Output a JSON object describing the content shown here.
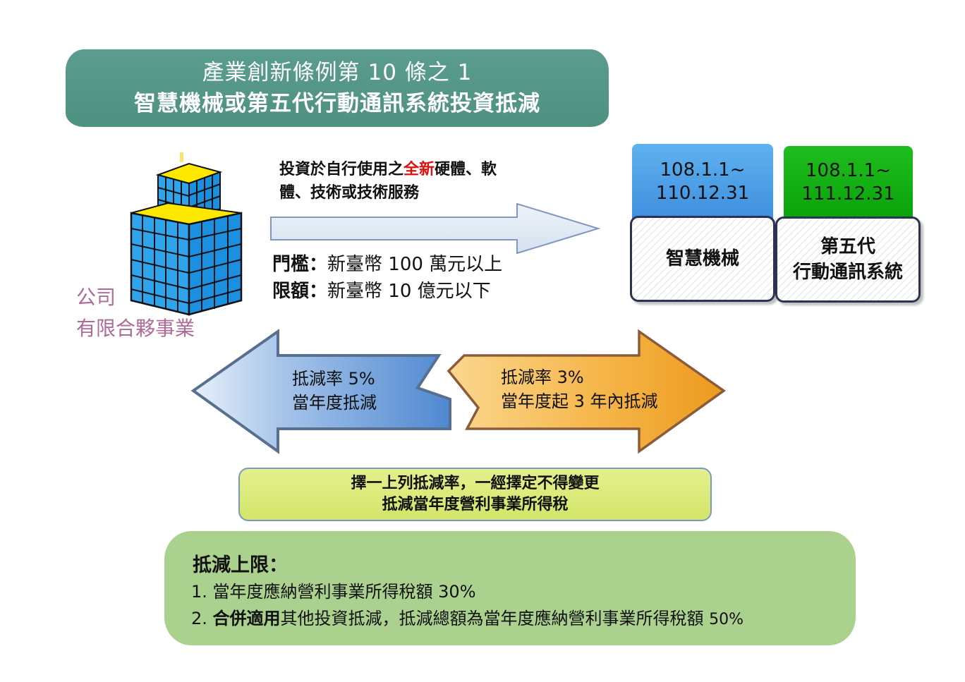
{
  "title": {
    "line1": "產業創新條例第 10 條之 1",
    "line2": "智慧機械或第五代行動通訊系統投資抵減"
  },
  "entity": {
    "line1": "公司",
    "line2": "有限合夥事業"
  },
  "investment": {
    "prefix": "投資於自行使用之",
    "highlight": "全新",
    "suffix_line1": "硬體、軟",
    "line2": "體、技術或技術服務"
  },
  "thresholds": {
    "threshold_label": "門檻：",
    "threshold_value": "新臺幣 100 萬元以上",
    "limit_label": "限額：",
    "limit_value": "新臺幣 10 億元以下"
  },
  "periods": {
    "smart_machinery": {
      "date_line1": "108.1.1~",
      "date_line2": "110.12.31",
      "label": "智慧機械"
    },
    "five_g": {
      "date_line1": "108.1.1~",
      "date_line2": "111.12.31",
      "label_line1": "第五代",
      "label_line2": "行動通訊系統"
    }
  },
  "options": {
    "left": {
      "line1": "抵減率 5%",
      "line2": "當年度抵減"
    },
    "right": {
      "line1": "抵減率 3%",
      "line2": "當年度起 3 年內抵減"
    }
  },
  "choose": {
    "line1": "擇一上列抵減率，一經擇定不得變更",
    "line2": "抵減當年度營利事業所得稅"
  },
  "limit": {
    "heading": "抵減上限：",
    "item1": "1. 當年度應納營利事業所得稅額 30%",
    "item2_prefix": "2. ",
    "item2_bold": "合併適用",
    "item2_text": "其他投資抵減，抵減總額為當年度應納營利事業所得稅額 ",
    "item2_pct": "50%"
  },
  "colors": {
    "title_bg": "#4f9181",
    "blue_box": "#4a9ce6",
    "green_box": "#0aa30a",
    "entity_text": "#b06a98",
    "highlight_red": "#e01010",
    "choose_bg": "#dbe97a",
    "limit_bg": "#abd18f"
  }
}
